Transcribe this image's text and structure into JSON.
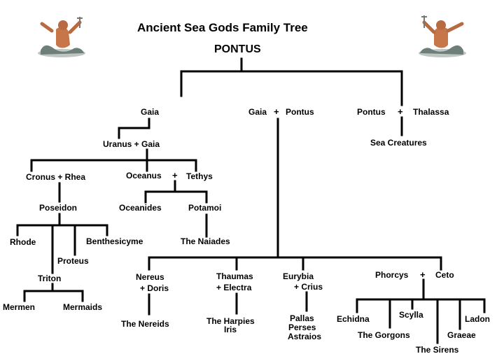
{
  "title": "Ancient Sea Gods Family Tree",
  "root": "PONTUS",
  "plus": "+",
  "nodes": {
    "gaia": "Gaia",
    "gaia_pontus_a": "Gaia",
    "gaia_pontus_b": "Pontus",
    "pontus_b": "Pontus",
    "thalassa": "Thalassa",
    "sea_creatures": "Sea Creatures",
    "uranus_gaia": "Uranus + Gaia",
    "cronus_rhea": "Cronus + Rhea",
    "oceanus": "Oceanus",
    "tethys": "Tethys",
    "poseidon": "Poseidon",
    "oceanides": "Oceanides",
    "potamoi": "Potamoi",
    "naiades": "The Naiades",
    "rhode": "Rhode",
    "benthesicyme": "Benthesicyme",
    "proteus": "Proteus",
    "triton": "Triton",
    "mermen": "Mermen",
    "mermaids": "Mermaids",
    "nereus": "Nereus",
    "doris": "+ Doris",
    "nereids": "The Nereids",
    "thaumas": "Thaumas",
    "electra": "+ Electra",
    "harpies": "The Harpies",
    "iris": "Iris",
    "eurybia": "Eurybia",
    "crius": "+ Crius",
    "pallas": "Pallas",
    "perses": "Perses",
    "astraios": "Astraios",
    "phorcys": "Phorcys",
    "ceto": "Ceto",
    "echidna": "Echidna",
    "scylla": "Scylla",
    "ladon": "Ladon",
    "gorgons": "The Gorgons",
    "graeae": "Graeae",
    "sirens": "The Sirens"
  },
  "colors": {
    "line": "#000000",
    "text": "#000000",
    "emblem_body": "#c7764a",
    "emblem_tail": "#6d7f78"
  },
  "icons": {
    "left": "sea-god-figure-icon",
    "right": "sea-god-figure-icon"
  }
}
